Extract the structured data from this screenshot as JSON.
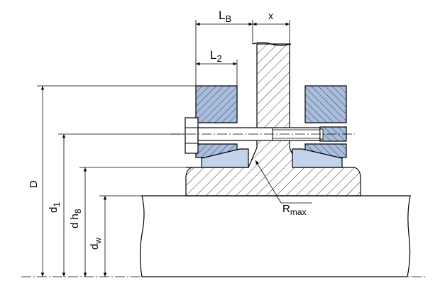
{
  "labels": {
    "lb_main": "L",
    "lb_sub": "B",
    "x": "x",
    "l2_main": "L",
    "l2_sub": "2",
    "d_big": "D",
    "d1_main": "d",
    "d1_sub": "1",
    "dh8_main": "d h",
    "dh8_sub": "8",
    "dw_main": "d",
    "dw_sub": "w",
    "rmax_main": "R",
    "rmax_sub": "max"
  },
  "colors": {
    "outline": "#000000",
    "hatch": "#333333",
    "ring_fill": "#a9bddc",
    "ring_fill_light": "#c5d3ea",
    "background": "#ffffff"
  }
}
